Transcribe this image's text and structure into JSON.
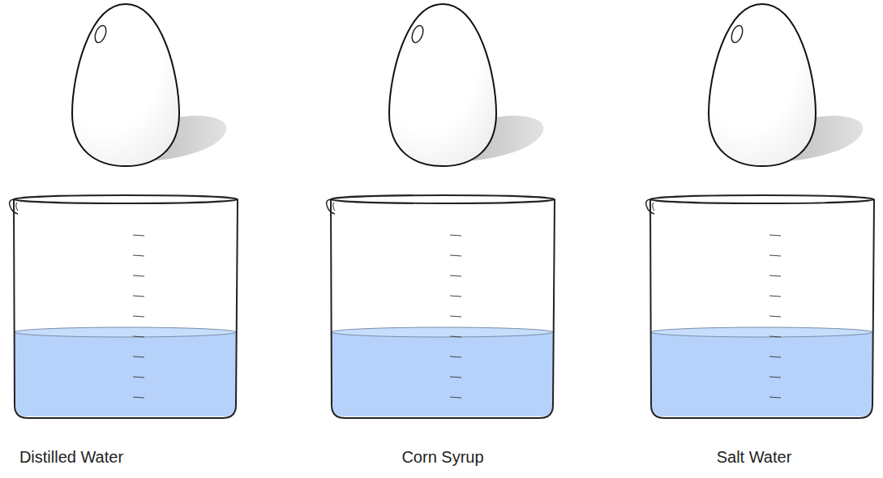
{
  "diagram": {
    "labels": [
      "Distilled Water",
      "Corn Syrup",
      "Salt Water"
    ]
  }
}
